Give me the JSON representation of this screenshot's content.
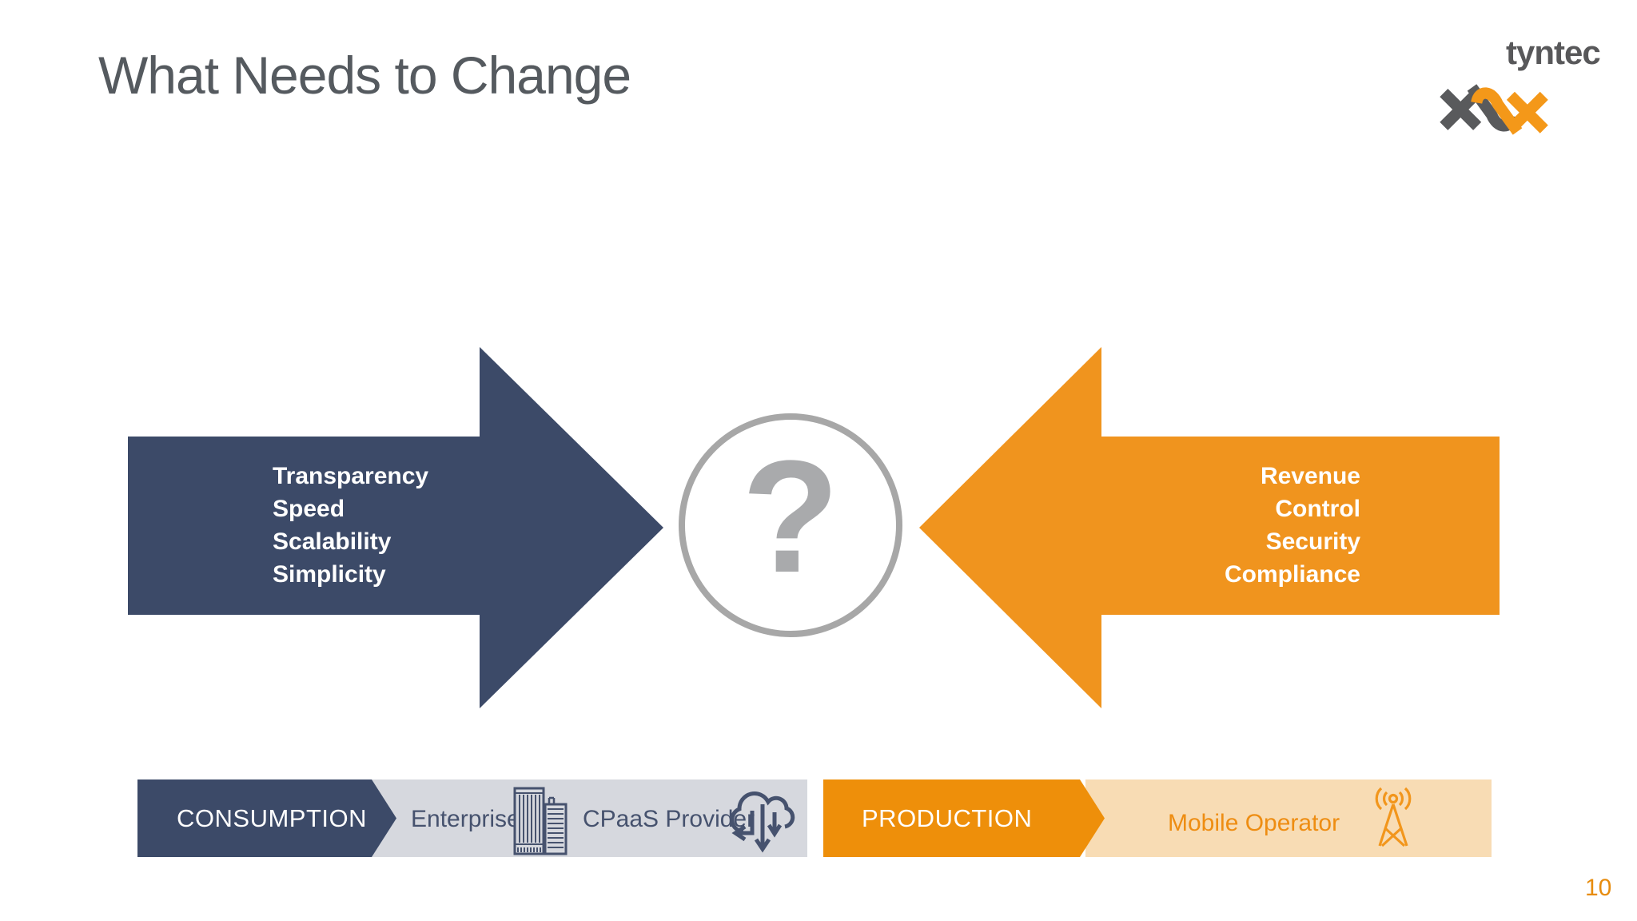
{
  "slide": {
    "title": "What Needs to Change",
    "page_number": "10",
    "background": "#ffffff"
  },
  "logo": {
    "brand": "tyntec",
    "gray": "#58585a",
    "orange": "#f49819"
  },
  "center": {
    "symbol": "?",
    "circle_color": "#a7a7a7"
  },
  "left_arrow": {
    "direction": "points-right",
    "color": "#3c4a68",
    "items": [
      "Transparency",
      "Speed",
      "Scalability",
      "Simplicity"
    ]
  },
  "right_arrow": {
    "direction": "points-left",
    "color": "#f0941e",
    "items": [
      "Revenue",
      "Control",
      "Security",
      "Compliance"
    ]
  },
  "consumption_track": {
    "label": "CONSUMPTION",
    "label_bg": "#3c4a68",
    "track_bg": "#d6d8de",
    "entities": [
      {
        "name": "Enterprise",
        "icon": "office-building"
      },
      {
        "name": "CPaaS Provider",
        "icon": "cloud-transfer"
      }
    ]
  },
  "production_track": {
    "label": "PRODUCTION",
    "label_bg": "#ee8f0a",
    "track_bg": "#f8dcb4",
    "entities": [
      {
        "name": "Mobile Operator",
        "icon": "radio-tower"
      }
    ]
  }
}
